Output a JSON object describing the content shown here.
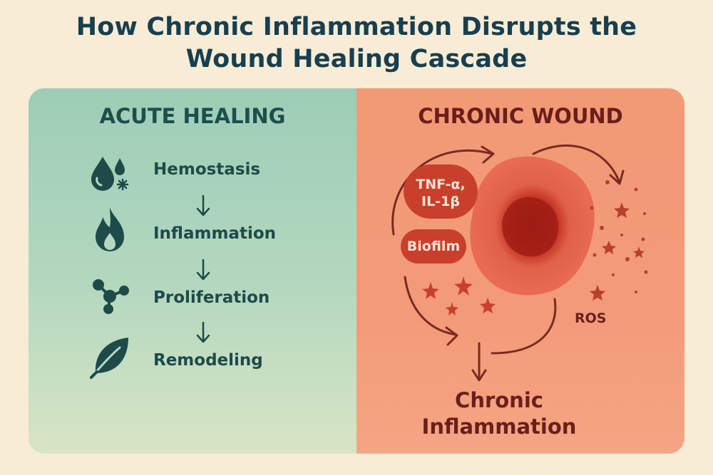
{
  "title_line1": "How Chronic Inflammation Disrupts the",
  "title_line2": "Wound Healing Cascade",
  "acute": {
    "heading": "ACUTE HEALING",
    "steps": [
      "Hemostasis",
      "Inflammation",
      "Proliferation",
      "Remodeling"
    ]
  },
  "chronic": {
    "heading": "CHRONIC WOUND",
    "cytokines_line1": "TNF-α,",
    "cytokines_line2": "IL-1β",
    "biofilm": "Biofilm",
    "ros": "ROS",
    "outcome_line1": "Chronic",
    "outcome_line2": "Inflammation"
  },
  "colors": {
    "acute_panel": "#9dcdb6",
    "chronic_panel": "#f29a76",
    "title": "#173f4f",
    "dark_teal": "#1e4a4a",
    "maroon": "#6b1e1b",
    "pill_red": "#c8402b"
  },
  "icons": [
    "drops-icon",
    "flame-icon",
    "molecule-icon",
    "leaf-icon"
  ]
}
